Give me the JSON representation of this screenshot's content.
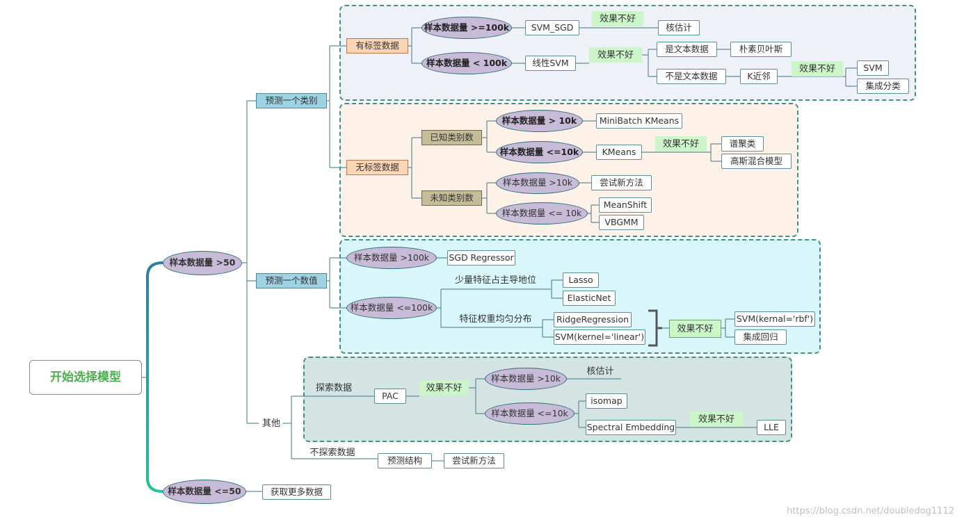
{
  "root": "开始选择模型",
  "n50": {
    "gt": "样本数据量 >50",
    "le": "样本数据量 <=50",
    "more_data": "获取更多数据"
  },
  "branches": {
    "predict_class": "预测一个类别",
    "predict_value": "预测一个数值",
    "other": "其他"
  },
  "labeled": {
    "label": "有标签数据",
    "ge100k": "样本数据量 >=100k",
    "lt100k": "样本数据量 <  100k",
    "svm_sgd": "SVM_SGD",
    "not_good_1": "效果不好",
    "kernel_est": "核估计",
    "linear_svm": "线性SVM",
    "not_good_2": "效果不好",
    "is_text": "是文本数据",
    "naive_bayes": "朴素贝叶斯",
    "not_text": "不是文本数据",
    "knn": "K近邻",
    "not_good_3": "效果不好",
    "svm": "SVM",
    "ensemble": "集成分类"
  },
  "unlabeled": {
    "label": "无标签数据",
    "known": "已知类别数",
    "unknown": "未知类别数",
    "gt10k": "样本数据量  > 10k",
    "le10k": "样本数据量 <=10k",
    "minibatch": "MiniBatch KMeans",
    "kmeans": "KMeans",
    "not_good": "效果不好",
    "spectral": "谱聚类",
    "gmm": "高斯混合模型",
    "u_gt10k": "样本数据量 >10k",
    "u_le10k": "样本数据量 <= 10k",
    "try_new": "尝试新方法",
    "meanshift": "MeanShift",
    "vbgmm": "VBGMM"
  },
  "regression": {
    "gt100k": "样本数据量 >100k",
    "le100k": "样本数据量 <=100k",
    "sgd": "SGD Regressor",
    "few_feat": "少量特征占主导地位",
    "lasso": "Lasso",
    "elastic": "ElasticNet",
    "even_weight": "特征权重均匀分布",
    "ridge": "RidgeRegression",
    "svm_linear": "SVM(kernel='linear')",
    "not_good": "效果不好",
    "svm_rbf": "SVM(kernal='rbf')",
    "ensemble": "集成回归"
  },
  "other": {
    "explore": "探索数据",
    "pac": "PAC",
    "not_good": "效果不好",
    "gt10k": "样本数据量 >10k",
    "le10k": "样本数据量 <=10k",
    "kernel_est": "核估计",
    "isomap": "isomap",
    "spectral_emb": "Spectral Embedding",
    "not_good_2": "效果不好",
    "lle": "LLE",
    "no_explore": "不探索数据",
    "predict_struct": "预测结构",
    "try_new": "尝试新方法"
  },
  "watermark": "https://blog.csdn.net/doubledog1112",
  "colors": {
    "labeled_bg": "#eef2f8",
    "unlabeled_bg": "#fdf1e8",
    "regression_bg": "#d9f7fa",
    "other_bg": "#d4e4e2",
    "trunk_start": "#2d7ea3",
    "trunk_end": "#22c29a",
    "line": "#5d8d96"
  }
}
